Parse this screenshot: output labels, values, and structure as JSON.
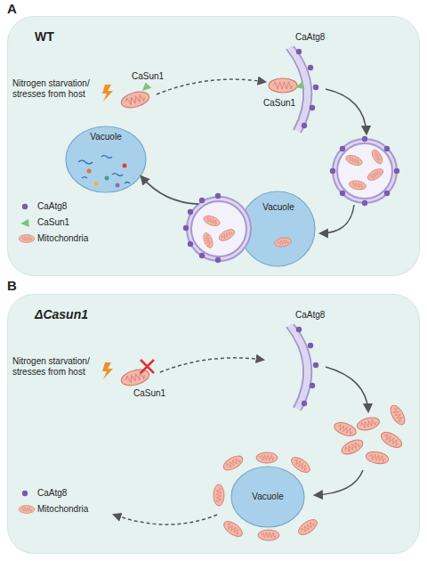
{
  "diagram": {
    "nodes": [
      {
        "text": [
          "WT"
        ]
      },
      {
        "text": [
          "Vacuole"
        ],
        "in": 0
      },
      {
        "text": [
          "Vacuole"
        ],
        "in": 0
      },
      {
        "text": [
          "ΔCasun1"
        ]
      },
      {
        "text": [
          "Vacuole"
        ],
        "in": 3
      }
    ],
    "edges": [
      {
        "from": 2,
        "to": 1,
        "arrow": "to"
      }
    ],
    "labels": [
      "A",
      "Nitrogen starvation/ stresses from host",
      "CaSun1",
      "CaAtg8",
      "CaSun1",
      "B",
      "Nitrogen starvation/ stresses from host",
      "CaSun1",
      "CaAtg8"
    ],
    "legend": [
      {
        "text": "CaAtg8"
      },
      {
        "text": "CaSun1"
      },
      {
        "text": "Mitochondria"
      },
      {
        "text": "CaAtg8"
      },
      {
        "text": "Mitochondria"
      }
    ]
  }
}
